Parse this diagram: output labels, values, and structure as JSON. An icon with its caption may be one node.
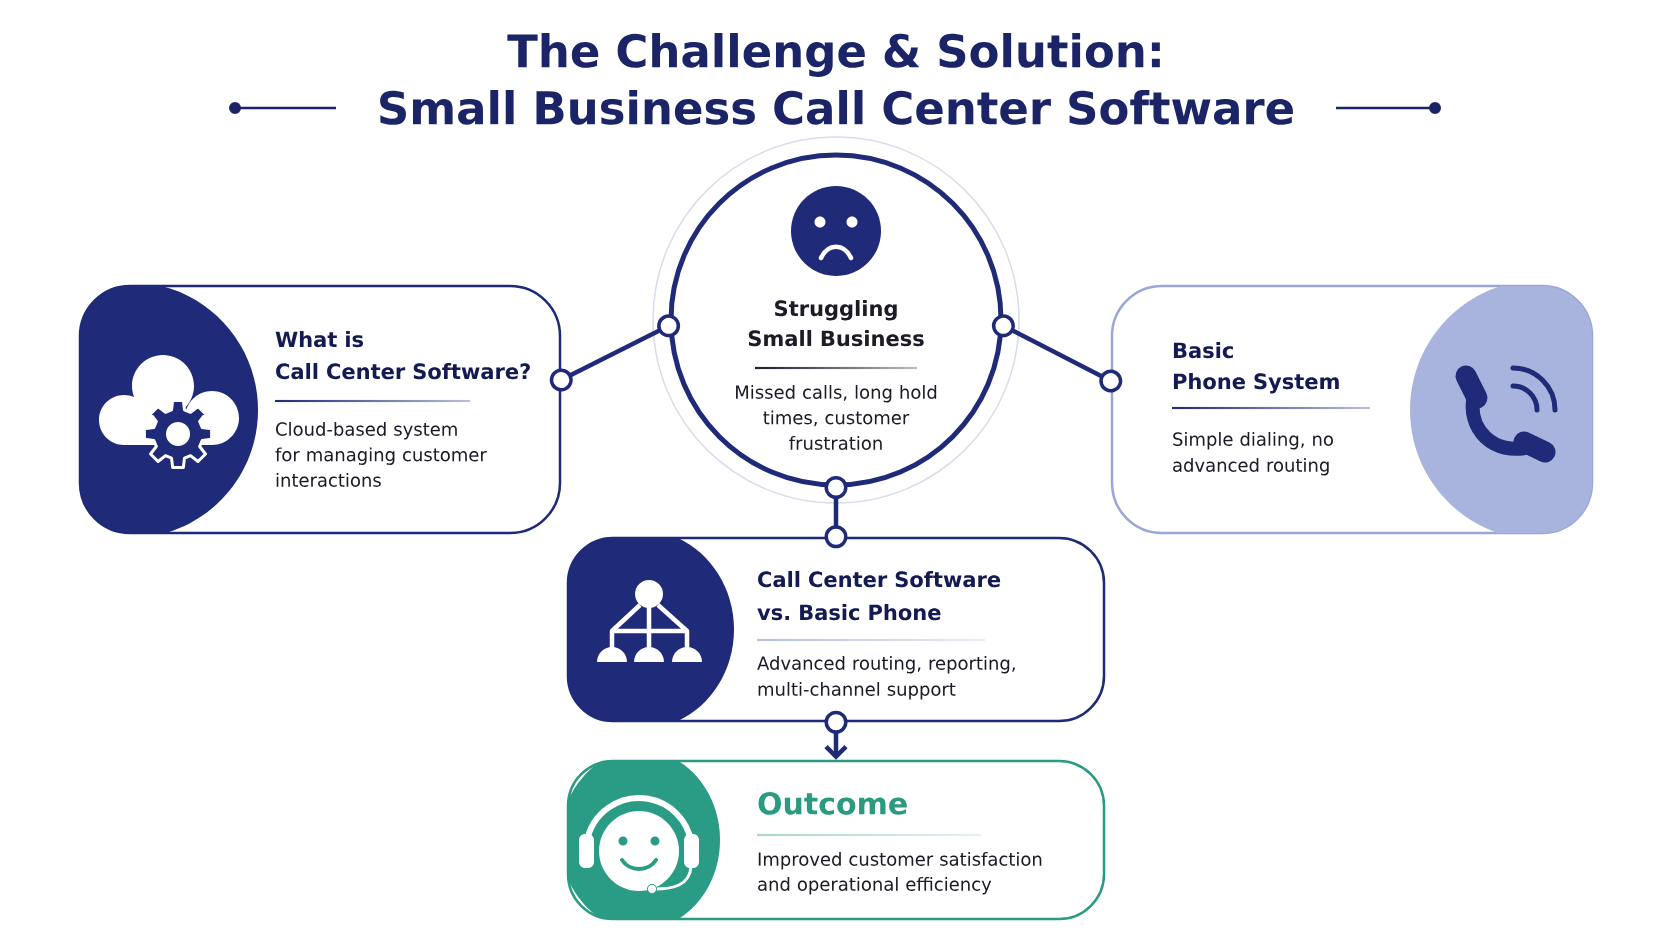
{
  "diagram": {
    "title": "The Challenge & Solution: Small Business Call Center Software",
    "nodes": [
      {
        "text": [
          "Struggling Small Business",
          "Missed calls, long hold times, customer frustration"
        ]
      },
      {
        "text": [
          "What is Call Center Software?",
          "Cloud-based system for managing customer interactions"
        ]
      },
      {
        "text": [
          "Basic Phone System",
          "Simple dialing, no advanced routing"
        ]
      },
      {
        "text": [
          "Call Center Software vs. Basic Phone",
          "Advanced routing, reporting, multi-channel support"
        ]
      },
      {
        "text": [
          "Outcome",
          "Improved customer satisfaction and operational efficiency"
        ]
      }
    ],
    "edges": [
      {
        "from": 0,
        "to": 1,
        "arrow": "other"
      },
      {
        "from": 0,
        "to": 2,
        "arrow": "other"
      },
      {
        "from": 0,
        "to": 3,
        "arrow": "other"
      },
      {
        "from": 3,
        "to": 4,
        "arrow": "to"
      }
    ]
  }
}
